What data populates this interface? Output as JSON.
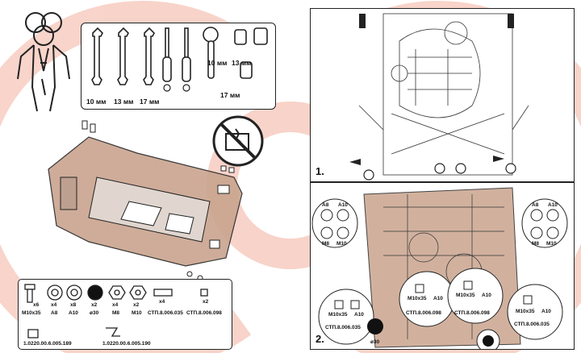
{
  "colors": {
    "accent": "#e8654a",
    "watermark": "#f6c5b8",
    "plate": "#c9a48e",
    "stroke": "#222222"
  },
  "tools": {
    "wrenches": [
      "10 мм",
      "13 мм",
      "17 мм"
    ],
    "sockets": [
      "10 мм",
      "13 мм",
      "17 мм"
    ],
    "screwdriver_icons": [
      "cross-screwdriver-icon",
      "torx-screwdriver-icon"
    ]
  },
  "steps": {
    "step1": "1.",
    "step2": "2."
  },
  "hardware": {
    "bolt": {
      "qty": "x6",
      "size": "M10x35"
    },
    "washer_a8": {
      "qty": "x4",
      "size": "A8"
    },
    "washer_a10": {
      "qty": "x8",
      "size": "A10"
    },
    "plug": {
      "qty": "x2",
      "size": "ø30"
    },
    "nut_m8": {
      "qty": "x4",
      "size": "M8"
    },
    "nut_m10": {
      "qty": "x2",
      "size": "M10"
    },
    "clip_035": {
      "qty": "x4",
      "size": "СТП.8.006.035"
    },
    "clip_098": {
      "qty": "x2",
      "size": "СТП.8.006.098"
    },
    "bracket_189": "1.0220.00.6.005.189",
    "bracket_190": "1.0220.00.6.005.190"
  },
  "diagram": {
    "left_washers": [
      "A8",
      "A10",
      "M8",
      "M10"
    ],
    "right_washers": [
      "A8",
      "A10",
      "M8",
      "M10"
    ],
    "callout_left": {
      "bolt": "M10x35",
      "washer": "A10",
      "clip": "СТП.8.006.035",
      "plug": "ø30"
    },
    "callout_mid1": {
      "bolt": "M10x35",
      "washer": "A10",
      "clip": "СТП.8.006.098"
    },
    "callout_mid2": {
      "bolt": "M10x35",
      "washer": "A10",
      "clip": "СТП.8.006.098"
    },
    "callout_right": {
      "bolt": "M10x35",
      "washer": "A10",
      "clip": "СТП.8.006.035"
    },
    "plug_label": "ø30"
  }
}
